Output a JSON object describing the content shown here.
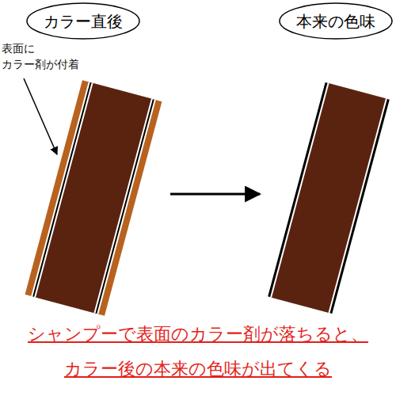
{
  "diagram": {
    "caption": "シャンプーで表面のカラー剤が落ちると、 カラー後の本来の色味が出てくる",
    "nodes": [
      {
        "text": [
          "カラー直後"
        ]
      },
      {
        "text": [
          "本来の色味"
        ]
      }
    ],
    "labels": [
      "表面に カラー剤が付着"
    ]
  }
}
